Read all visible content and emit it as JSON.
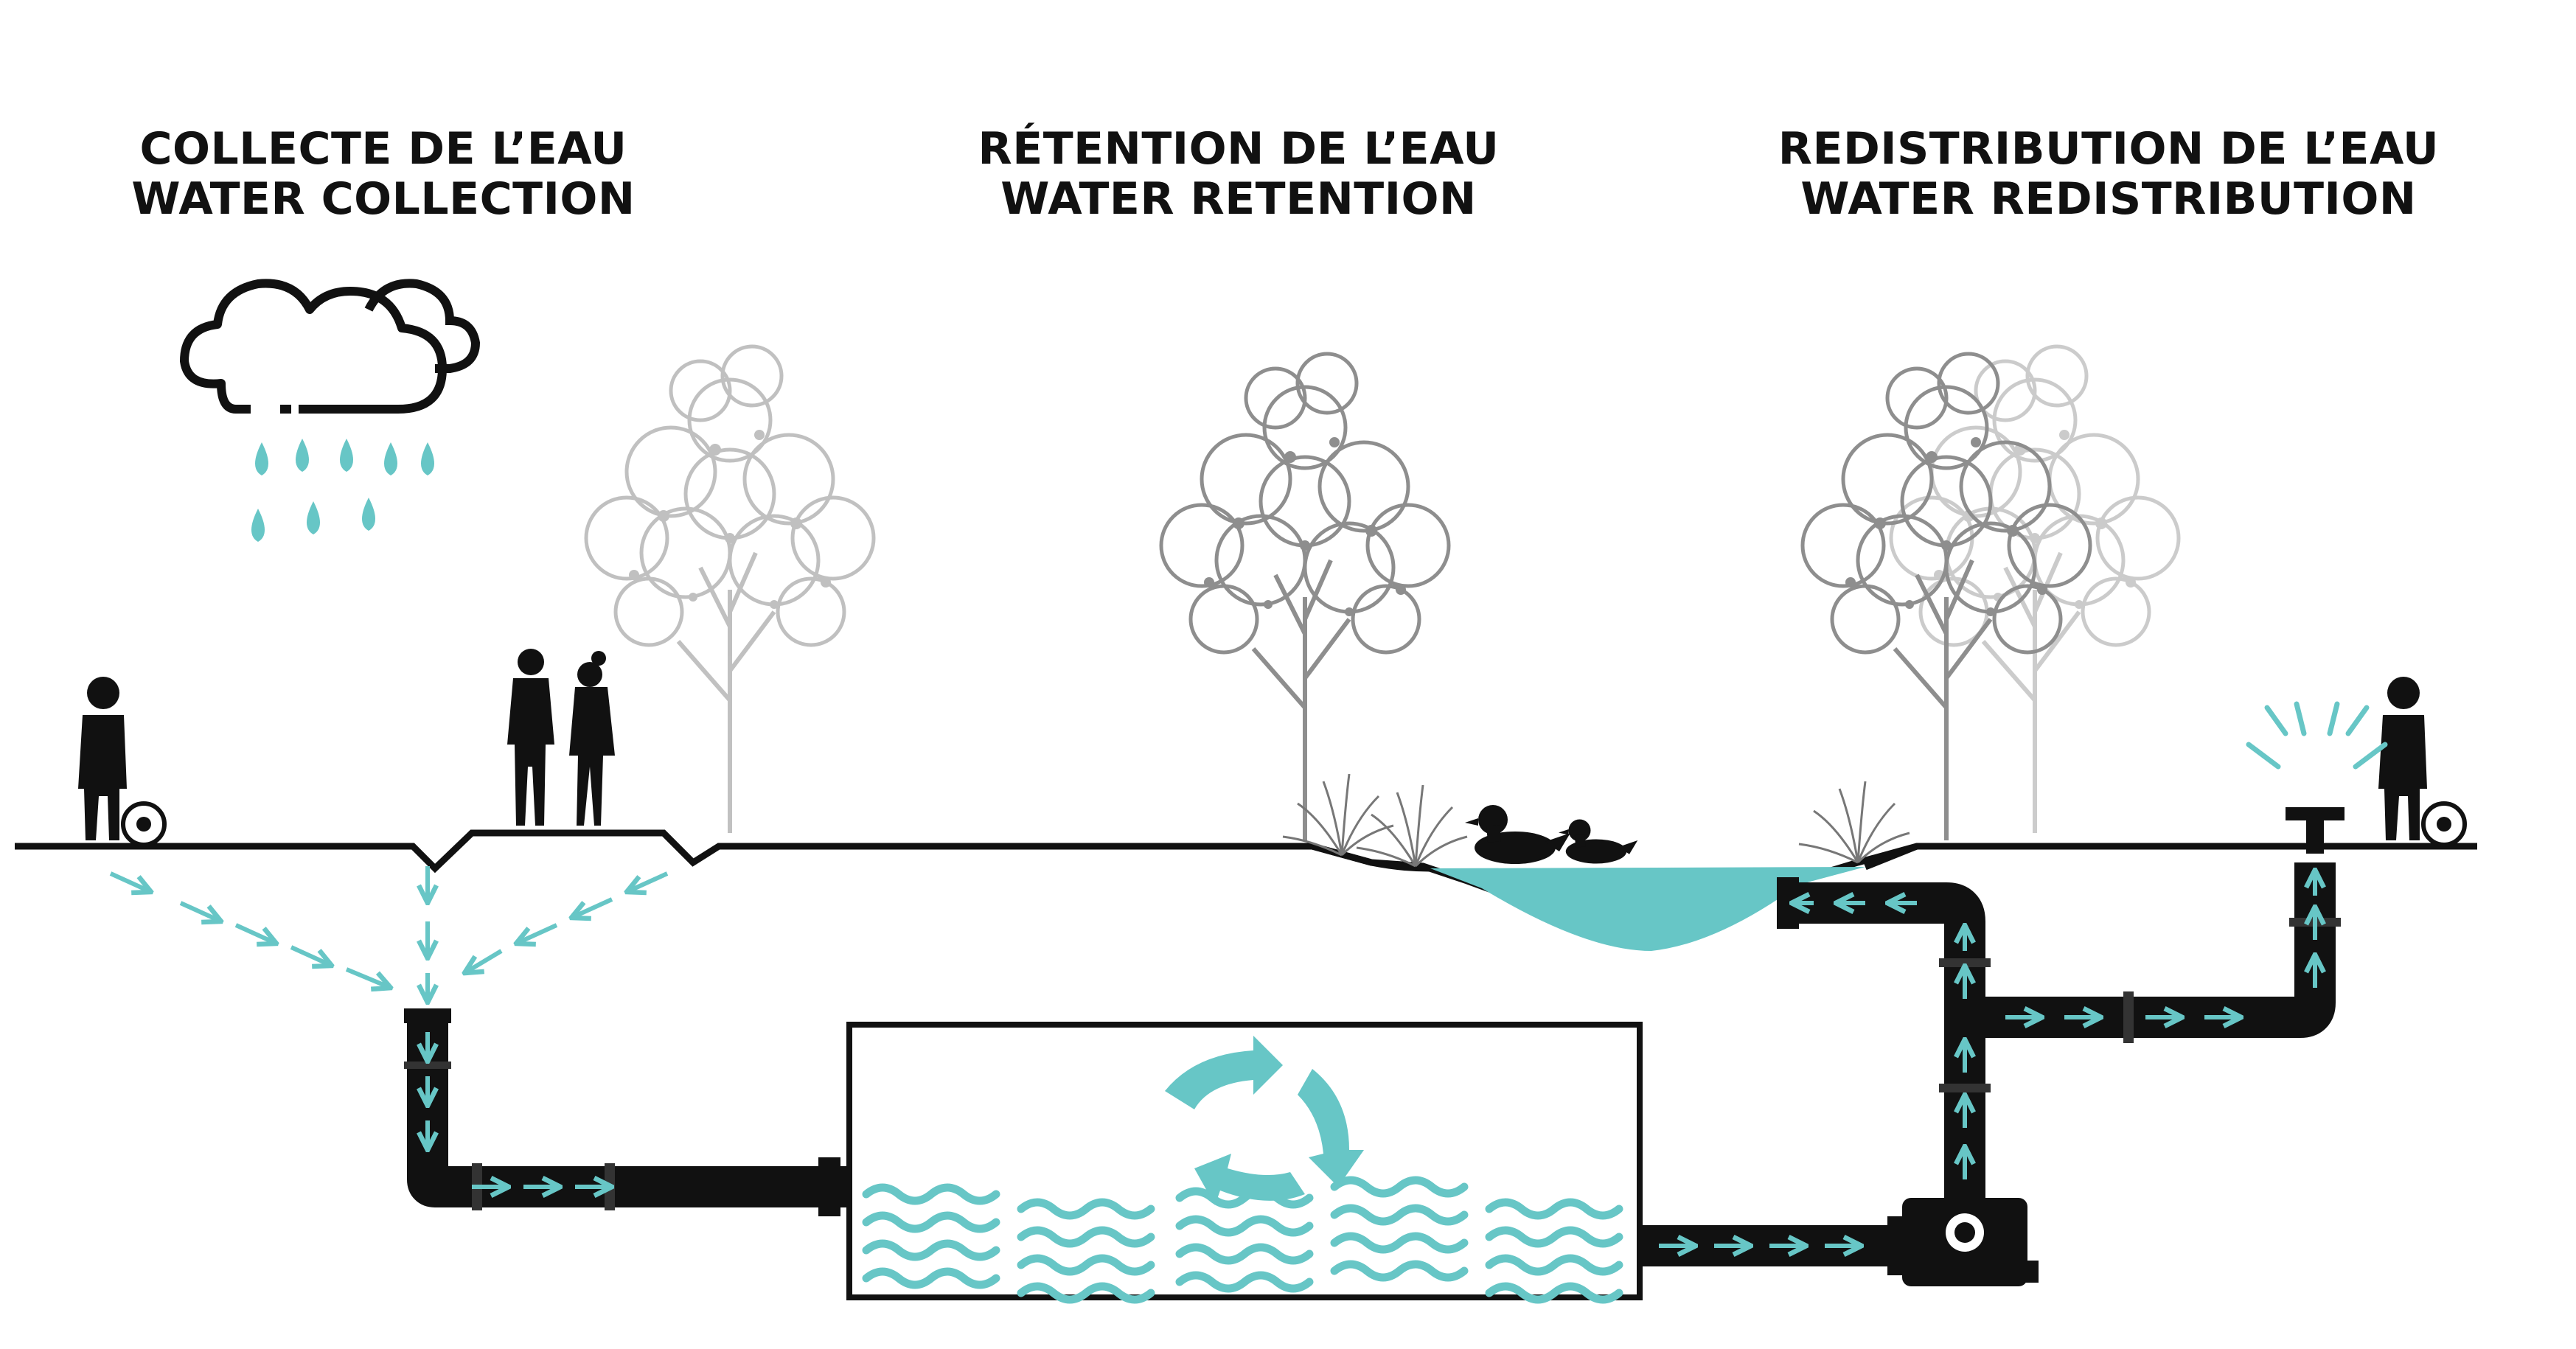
{
  "sections": [
    {
      "fr": "COLLECTE DE L’EAU",
      "en": "WATER COLLECTION"
    },
    {
      "fr": "RÉTENTION DE L’EAU",
      "en": "WATER RETENTION"
    },
    {
      "fr": "REDISTRIBUTION DE L’EAU",
      "en": "WATER REDISTRIBUTION"
    }
  ],
  "colors": {
    "water": "#67c6c6",
    "ink": "#111111",
    "tree_dark": "#8e8e8e",
    "tree_light": "#c4c4c4",
    "background": "#ffffff"
  },
  "icons": [
    "rain-cloud-icon",
    "person-with-ball-icon",
    "couple-walking-icon",
    "tree-icon",
    "duck-icon",
    "reeds-icon",
    "cistern-cycle-icon",
    "pump-icon",
    "sprinkler-icon"
  ]
}
